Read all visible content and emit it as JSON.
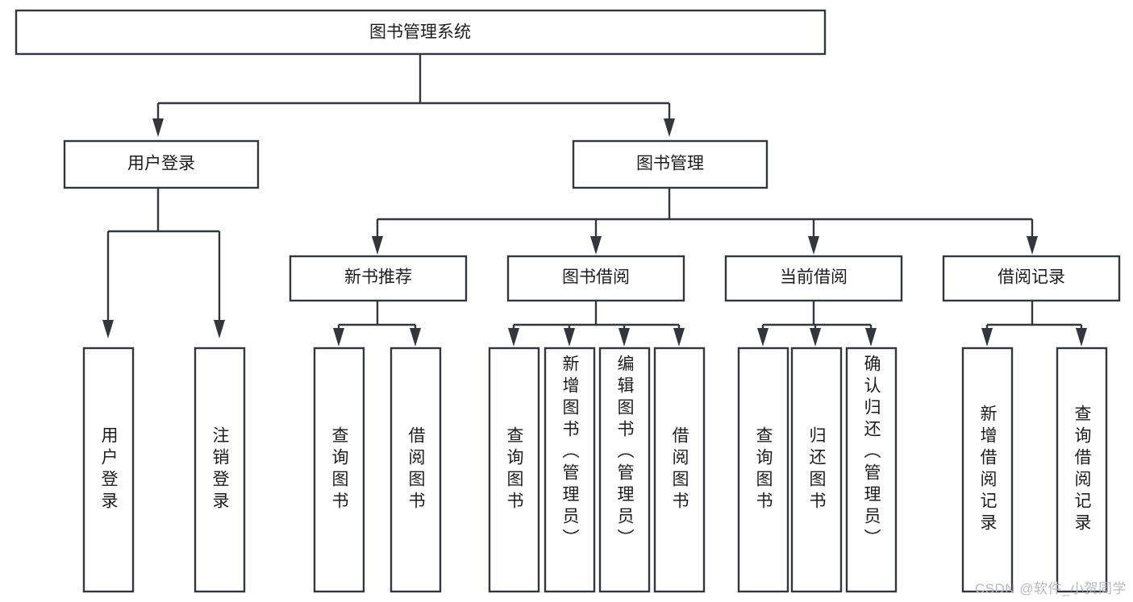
{
  "diagram": {
    "title": "图书管理系统",
    "type": "hierarchy-tree",
    "colors": {
      "stroke": "#33373b",
      "box_fill": "#ffffff",
      "text": "#1d1d1f",
      "background": "#ffffff",
      "watermark": "#b9b9bd"
    },
    "levels": {
      "root": {
        "label": "图书管理系统",
        "orientation": "horizontal"
      },
      "level2": [
        {
          "id": "user-login",
          "label": "用户登录",
          "orientation": "horizontal"
        },
        {
          "id": "book-manage",
          "label": "图书管理",
          "orientation": "horizontal"
        }
      ],
      "level3": [
        {
          "id": "new-book-recommend",
          "label": "新书推荐",
          "orientation": "horizontal",
          "parent": "book-manage"
        },
        {
          "id": "book-borrow",
          "label": "图书借阅",
          "orientation": "horizontal",
          "parent": "book-manage"
        },
        {
          "id": "current-borrow",
          "label": "当前借阅",
          "orientation": "horizontal",
          "parent": "book-manage"
        },
        {
          "id": "borrow-record",
          "label": "借阅记录",
          "orientation": "horizontal",
          "parent": "book-manage"
        }
      ],
      "leaves": [
        {
          "id": "leaf-user-login",
          "label": "用户登录",
          "orientation": "vertical",
          "parent": "user-login"
        },
        {
          "id": "leaf-user-logout",
          "label": "注销登录",
          "orientation": "vertical",
          "parent": "user-login"
        },
        {
          "id": "leaf-query-book-1",
          "label": "查询图书",
          "orientation": "vertical",
          "parent": "new-book-recommend"
        },
        {
          "id": "leaf-borrow-book-1",
          "label": "借阅图书",
          "orientation": "vertical",
          "parent": "new-book-recommend"
        },
        {
          "id": "leaf-query-book-2",
          "label": "查询图书",
          "orientation": "vertical",
          "parent": "book-borrow"
        },
        {
          "id": "leaf-add-book",
          "label": "新增图书（管理员）",
          "orientation": "vertical",
          "parent": "book-borrow"
        },
        {
          "id": "leaf-edit-book",
          "label": "编辑图书（管理员）",
          "orientation": "vertical",
          "parent": "book-borrow"
        },
        {
          "id": "leaf-borrow-book-2",
          "label": "借阅图书",
          "orientation": "vertical",
          "parent": "book-borrow"
        },
        {
          "id": "leaf-query-book-3",
          "label": "查询图书",
          "orientation": "vertical",
          "parent": "current-borrow"
        },
        {
          "id": "leaf-return-book",
          "label": "归还图书",
          "orientation": "vertical",
          "parent": "current-borrow"
        },
        {
          "id": "leaf-confirm-return",
          "label": "确认归还（管理员）",
          "orientation": "vertical",
          "parent": "current-borrow"
        },
        {
          "id": "leaf-add-record",
          "label": "新增借阅记录",
          "orientation": "vertical",
          "parent": "borrow-record"
        },
        {
          "id": "leaf-query-record",
          "label": "查询借阅记录",
          "orientation": "vertical",
          "parent": "borrow-record"
        }
      ]
    }
  },
  "watermark": {
    "text": "CSDN @软件_小贺同学"
  }
}
